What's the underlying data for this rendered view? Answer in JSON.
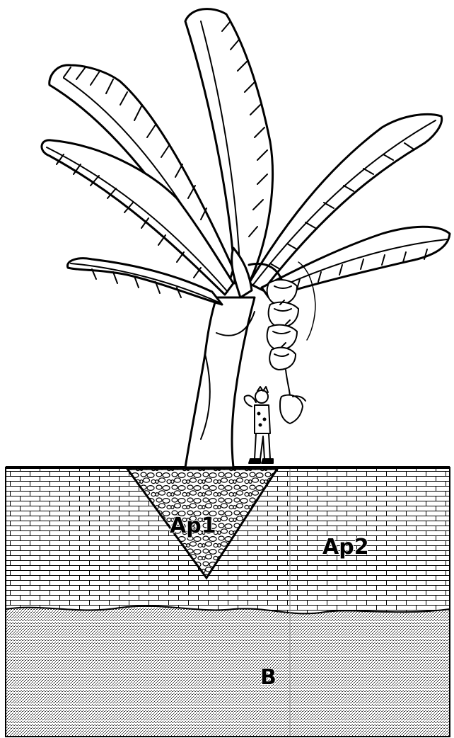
{
  "labels": {
    "ap1": "Ap1",
    "ap2": "Ap2",
    "b": "B"
  },
  "colors": {
    "ink": "#000000",
    "paper": "#ffffff",
    "subsoil": "#b8b8b8"
  }
}
